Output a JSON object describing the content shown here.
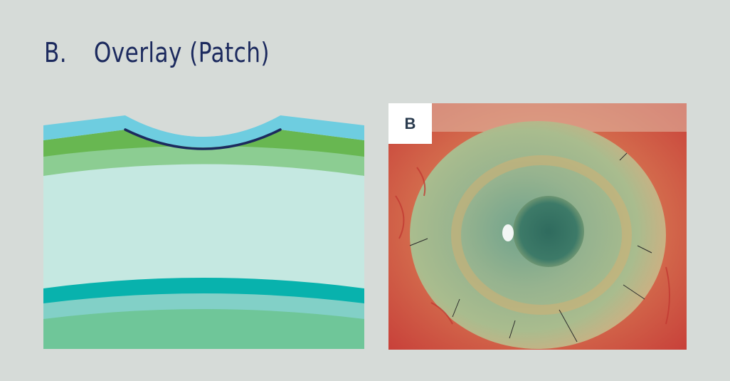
{
  "figure": {
    "panel_letter": "B.",
    "title": "Overlay (Patch)"
  },
  "diagram": {
    "description": "Cross-section schematic of corneal layers with overlay patch graft",
    "layer_colors": {
      "patch_top": "#6ecde0",
      "epithelium_dark_green": "#68b751",
      "bowman_light_green": "#8ccd92",
      "stroma": "#c5e8e1",
      "descemet_teal": "#08b2ad",
      "endothelium_light_teal": "#82d0c7",
      "bottom_green": "#6fc699",
      "suture_line": "#1c2a5e"
    }
  },
  "photo": {
    "badge_label": "B",
    "alt": "Clinical photo of eye with sutured overlay amniotic membrane patch"
  }
}
